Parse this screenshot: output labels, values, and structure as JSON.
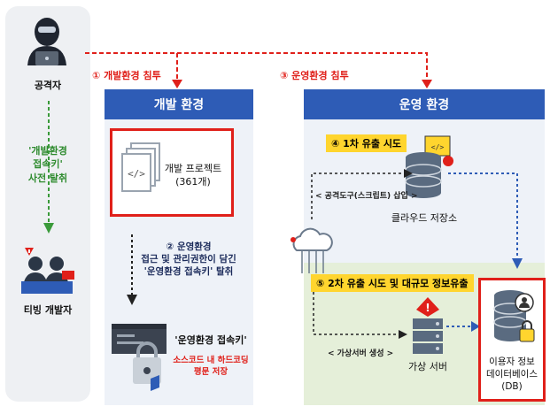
{
  "attacker": {
    "label": "공격자"
  },
  "victim": {
    "label": "티빙 개발자"
  },
  "steal_note": {
    "line1": "'개발환경",
    "line2": "접속키'",
    "line3": "사전 탈취"
  },
  "steps": {
    "s1": "① 개발환경 침투",
    "s3": "③ 운영환경 침투",
    "s4": "④ 1차 유출 시도",
    "s5": "⑤ 2차 유출 시도 및 대규모 정보유출"
  },
  "dev": {
    "title": "개발 환경",
    "project_line1": "개발 프로젝트",
    "project_line2": "(361개)",
    "step2_line1": "② 운영환경",
    "step2_line2": "접근 및 관리권한이 담긴",
    "step2_line3": "'운영환경 접속키' 탈취",
    "key_label": "'운영환경 접속키'",
    "hardcode_line1": "소스코드 내 하드코딩",
    "hardcode_line2": "평문 저장"
  },
  "ops": {
    "title": "운영 환경",
    "script_insert": "< 공격도구(스크립트) 삽입 >",
    "cloud_storage": "클라우드 저장소",
    "vm_create": "< 가상서버 생성 >",
    "vm_label": "가상 서버",
    "db_line1": "이용자 정보",
    "db_line2": "데이터베이스(DB)"
  },
  "colors": {
    "accent": "#2e5cb6",
    "alert": "#e0201a",
    "highlight": "#ffd52e",
    "green": "#2e8b2e"
  }
}
